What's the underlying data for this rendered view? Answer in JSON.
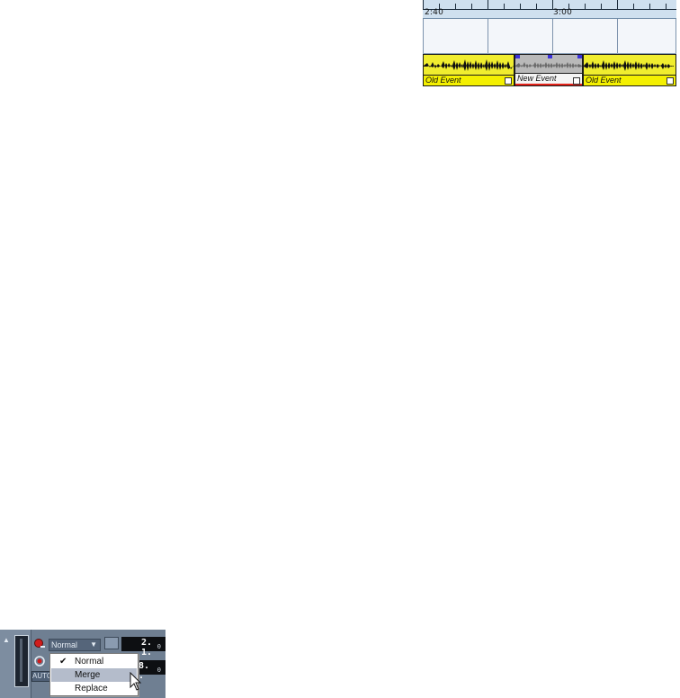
{
  "timeline": {
    "ruler_labels": [
      "2:40",
      "3:00"
    ],
    "events": [
      {
        "label": "Old Event",
        "kind": "old"
      },
      {
        "label": "New Event",
        "kind": "new"
      },
      {
        "label": "Old Event",
        "kind": "old"
      }
    ]
  },
  "mixer": {
    "record_mode_value": "Normal",
    "auto_label": "AUTO",
    "position_rows": [
      {
        "main": "2.",
        "suffix": "1.",
        "sub": "0"
      },
      {
        "main": "18.",
        "suffix": "1.",
        "sub": "0"
      }
    ]
  },
  "record_mode_menu": {
    "items": [
      {
        "label": "Normal",
        "checked": true
      },
      {
        "label": "Merge",
        "checked": false,
        "hover": true
      },
      {
        "label": "Replace",
        "checked": false
      }
    ],
    "check_glyph": "✔"
  },
  "colors": {
    "old_event": "#f4f000",
    "new_event_underline": "#e2231a",
    "selection_handle": "#3b32d9",
    "ruler_bg": "#cfe0ef"
  }
}
